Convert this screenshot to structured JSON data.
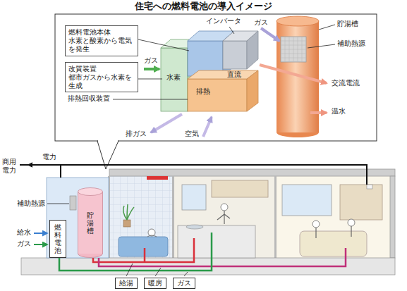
{
  "diagram": {
    "title": "住宅への燃料電池の導入イメージ",
    "nodes": [
      {
        "text": [
          "燃料電池本体",
          "水素と酸素から電気を発生"
        ]
      },
      {
        "text": [
          "改質装置",
          "都市ガスから水素を生成"
        ]
      },
      {
        "text": [
          "燃料電池"
        ]
      },
      {
        "text": [
          "貯湯槽"
        ]
      },
      {
        "text": [
          "給湯"
        ]
      },
      {
        "text": [
          "暖房"
        ]
      },
      {
        "text": [
          "ガス"
        ]
      }
    ],
    "labels": [
      "インバータ",
      "ガス",
      "ガス",
      "水素",
      "直流",
      "排熱",
      "排熱回収装置",
      "排ガス",
      "空気",
      "交流電流",
      "温水",
      "貯湯槽",
      "補助熱源",
      "商用 電力",
      "電力",
      "補助熱源",
      "給水",
      "ガス"
    ]
  }
}
